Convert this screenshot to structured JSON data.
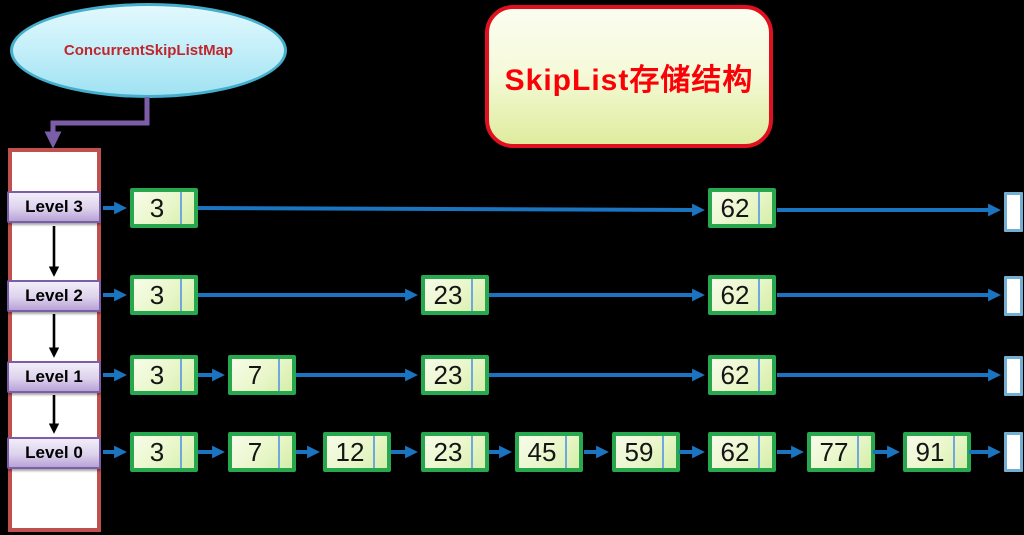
{
  "root_node": {
    "label": "ConcurrentSkipListMap"
  },
  "title_card": {
    "text": "SkipList存储结构"
  },
  "skiplist": {
    "levels": [
      {
        "label": "Level 3",
        "nodes": [
          "3",
          "62"
        ]
      },
      {
        "label": "Level 2",
        "nodes": [
          "3",
          "23",
          "62"
        ]
      },
      {
        "label": "Level 1",
        "nodes": [
          "3",
          "7",
          "23",
          "62"
        ]
      },
      {
        "label": "Level 0",
        "nodes": [
          "3",
          "7",
          "12",
          "23",
          "45",
          "59",
          "62",
          "77",
          "91"
        ]
      }
    ],
    "all_values": [
      3,
      7,
      12,
      23,
      45,
      59,
      62,
      77,
      91
    ],
    "terminator_count_per_level": 1
  },
  "colors": {
    "background": "#000000",
    "node_border_green": "#27A84F",
    "node_fill": "#E5F5C2",
    "arrow_blue": "#1B74C0",
    "column_border_red": "#C0504D",
    "level_box_border_purple": "#7A5EA8",
    "ellipse_border_teal": "#44AECC",
    "ellipse_text_red": "#C0262C",
    "title_border_red": "#E01020",
    "title_text_red": "#FB0007",
    "nil_border_blue": "#74AFD3",
    "connector_purple": "#7B5EA7"
  }
}
